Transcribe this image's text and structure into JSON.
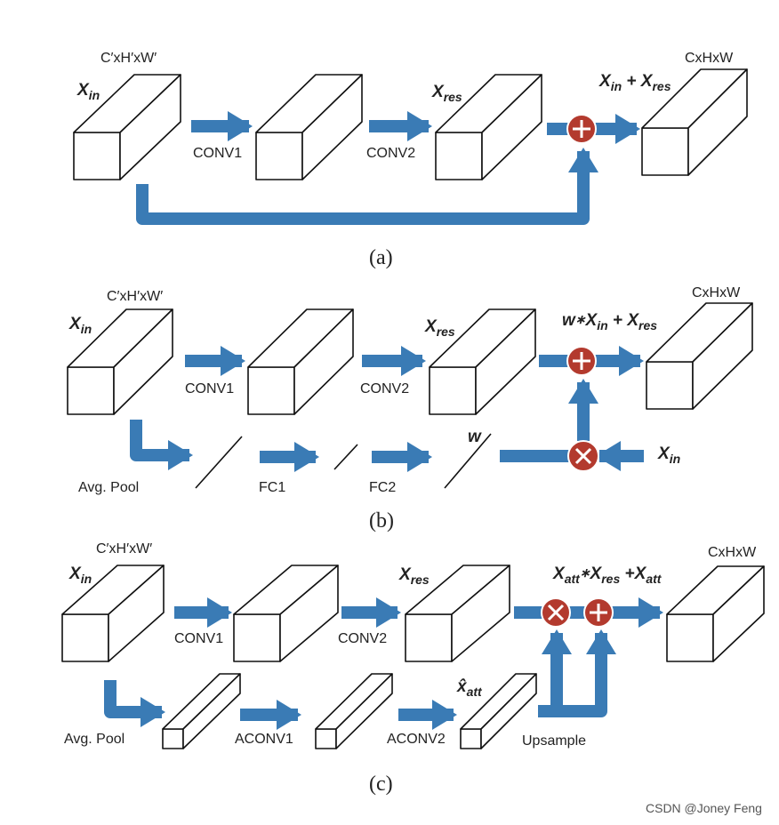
{
  "panels": {
    "a": {
      "caption": "(a)",
      "input_dims": "C′xH′xW′",
      "output_dims": "CxHxW",
      "x_in": "X",
      "x_in_sub": "in",
      "x_res": "X",
      "x_res_sub": "res",
      "conv1": "CONV1",
      "conv2": "CONV2",
      "sum_label": {
        "a": "X",
        "a_sub": "in",
        "op": " + ",
        "b": "X",
        "b_sub": "res"
      }
    },
    "b": {
      "caption": "(b)",
      "input_dims": "C′xH′xW′",
      "output_dims": "CxHxW",
      "x_in": "X",
      "x_in_sub": "in",
      "x_res": "X",
      "x_res_sub": "res",
      "conv1": "CONV1",
      "conv2": "CONV2",
      "avg_pool": "Avg. Pool",
      "fc1": "FC1",
      "fc2": "FC2",
      "w": "w",
      "x_in_right": "X",
      "x_in_right_sub": "in",
      "sum_label": {
        "w": "w",
        "star": "∗",
        "a": "X",
        "a_sub": "in",
        "op": " + ",
        "b": "X",
        "b_sub": "res"
      }
    },
    "c": {
      "caption": "(c)",
      "input_dims": "C′xH′xW′",
      "output_dims": "CxHxW",
      "x_in": "X",
      "x_in_sub": "in",
      "x_res": "X",
      "x_res_sub": "res",
      "conv1": "CONV1",
      "conv2": "CONV2",
      "avg_pool": "Avg. Pool",
      "aconv1": "ACONV1",
      "aconv2": "ACONV2",
      "x_att_hat": "x̂",
      "x_att_hat_sub": "att",
      "upsample": "Upsample",
      "sum_label": {
        "a": "X",
        "a_sub": "att",
        "star": "∗",
        "b": "X",
        "b_sub": "res",
        "op": " +",
        "c": "X",
        "c_sub": "att"
      }
    }
  },
  "colors": {
    "flow": "#3a7bb5",
    "operator": "#b33a2e"
  },
  "watermark": "CSDN @Joney Feng"
}
